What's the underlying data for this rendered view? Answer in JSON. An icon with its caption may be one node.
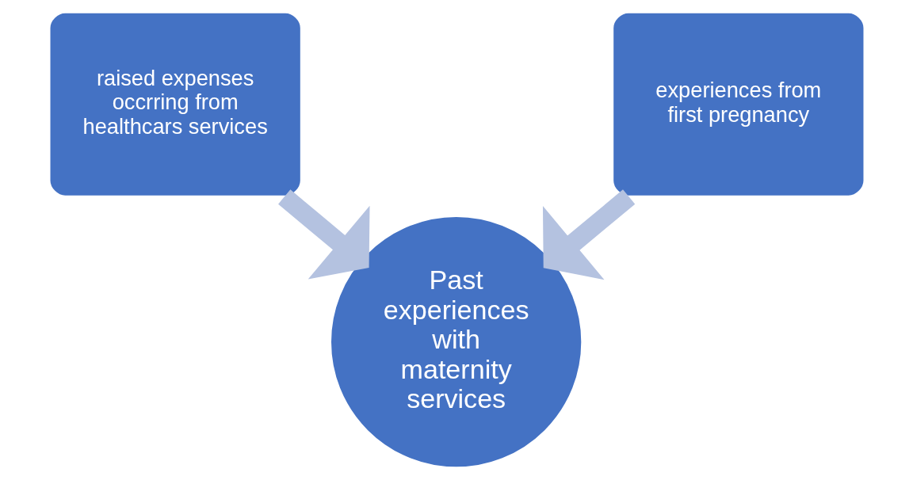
{
  "diagram": {
    "nodes": [
      {
        "text": [
          "raised expenses occrring from healthcars services"
        ]
      },
      {
        "text": [
          "experiences from first pregnancy"
        ]
      },
      {
        "text": [
          "Past experiences with maternity services"
        ]
      }
    ],
    "edges": [
      {
        "from": 0,
        "to": 2,
        "arrow": "to"
      },
      {
        "from": 1,
        "to": 2,
        "arrow": "to"
      }
    ]
  }
}
